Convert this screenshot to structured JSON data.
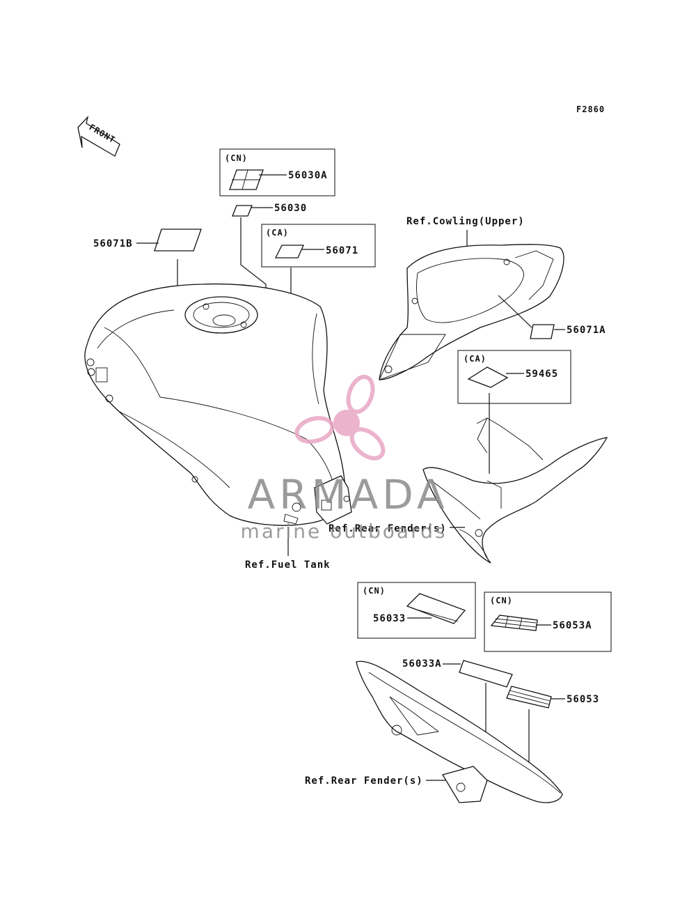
{
  "figure_code": "F2860",
  "front_arrow": {
    "label": "FRONT",
    "icon": "front-arrow-icon"
  },
  "watermark": {
    "brand": "ARMADA",
    "tagline": "marine outboards",
    "logo_icon": "propeller-icon",
    "logo_color": "#e8a6c4"
  },
  "boxes": {
    "cn_top": "(CN)",
    "ca_mid": "(CA)",
    "ca_right": "(CA)",
    "cn_lower_left": "(CN)",
    "cn_lower_right": "(CN)"
  },
  "parts": {
    "p56030A": "56030A",
    "p56030": "56030",
    "p56071B": "56071B",
    "p56071": "56071",
    "p56071A": "56071A",
    "p59465": "59465",
    "p56033": "56033",
    "p56053A": "56053A",
    "p56033A": "56033A",
    "p56053": "56053"
  },
  "refs": {
    "cowling": "Ref.Cowling(Upper)",
    "fuel_tank": "Ref.Fuel Tank",
    "rear_fender_upper": "Ref.Rear Fender(s)",
    "rear_fender_lower": "Ref.Rear Fender(s)"
  }
}
